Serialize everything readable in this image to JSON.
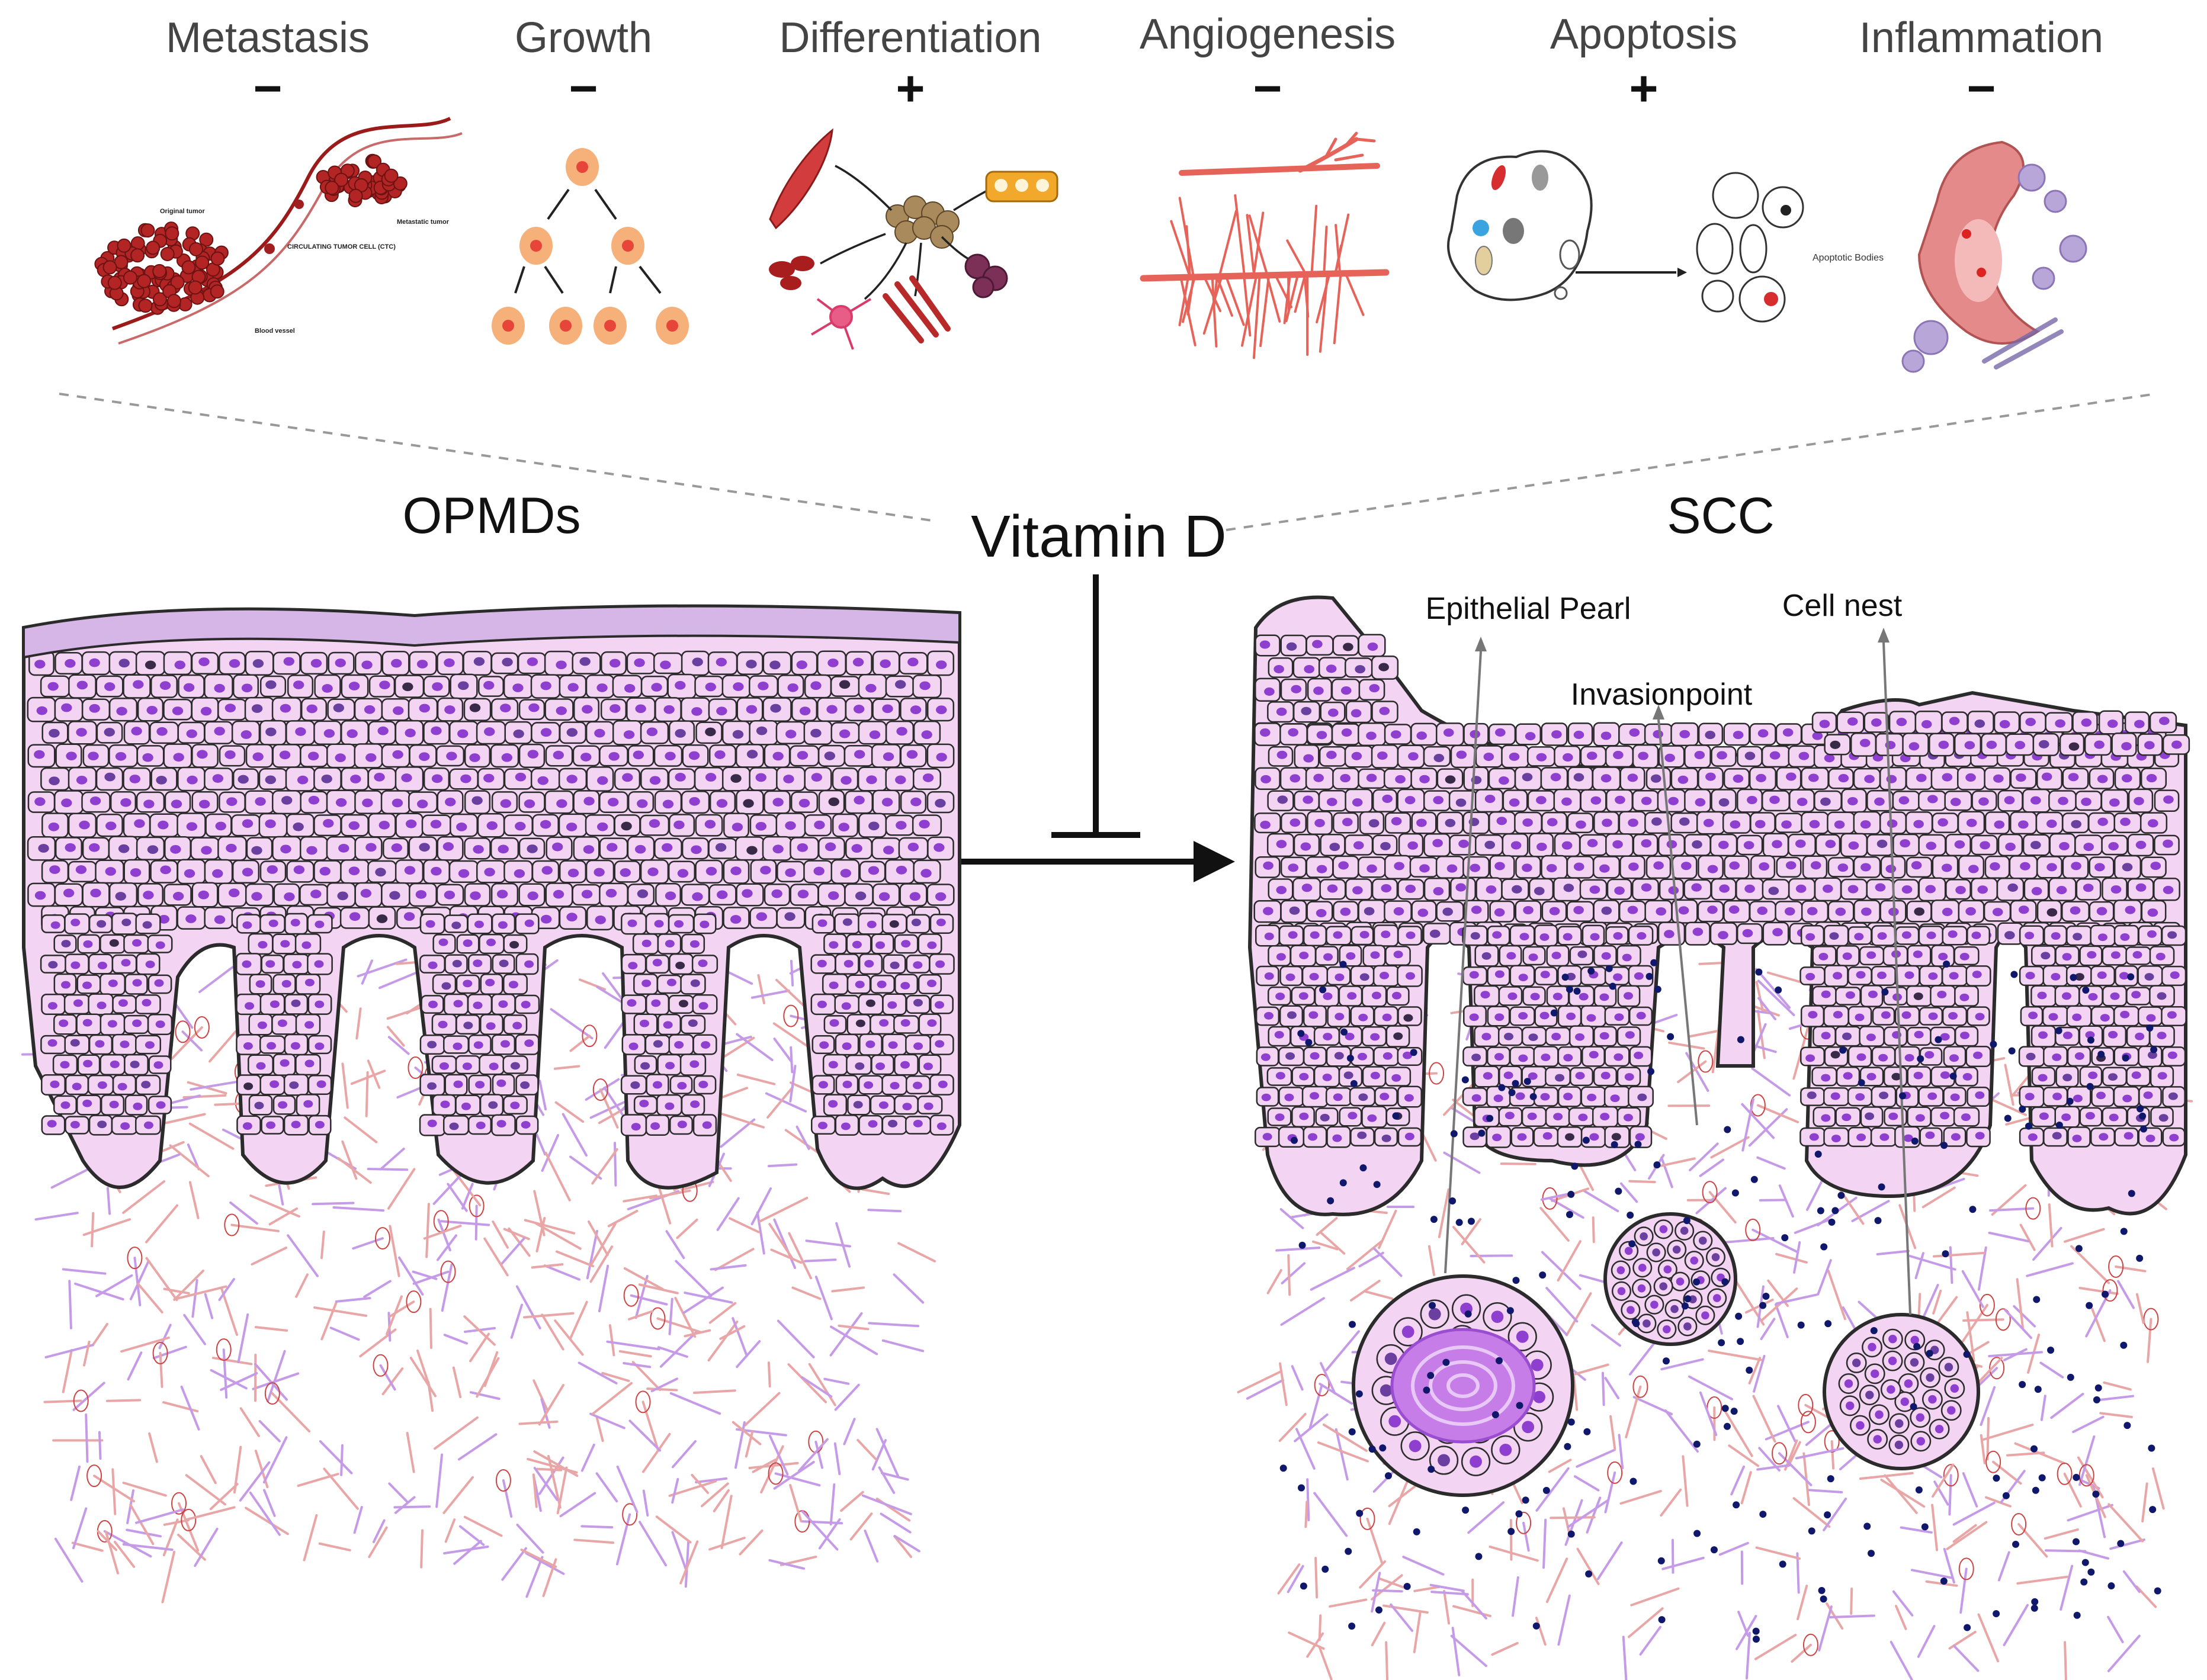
{
  "effects": [
    {
      "label": "Metastasis",
      "sign": "−"
    },
    {
      "label": "Growth",
      "sign": "−"
    },
    {
      "label": "Differentiation",
      "sign": "+"
    },
    {
      "label": "Angiogenesis",
      "sign": "−"
    },
    {
      "label": "Apoptosis",
      "sign": "+"
    },
    {
      "label": "Inflammation",
      "sign": "−"
    }
  ],
  "metastasis_labels": {
    "original": "Original tumor",
    "metastatic": "Metastatic tumor",
    "ctc": "CIRCULATING TUMOR CELL (CTC)",
    "vessel": "Blood vessel"
  },
  "apoptosis_label": "Apoptotic Bodies",
  "center_label": "Vitamin D",
  "left_panel_title": "OPMDs",
  "right_panel_title": "SCC",
  "scc_annotations": [
    "Epithelial Pearl",
    "Invasionpoint",
    "Cell nest"
  ],
  "colors": {
    "cell_fill": "#f3d4f3",
    "nucleus": "#8f3fd0",
    "nucleus_dark": "#6a3fa0",
    "outline": "#2b2b2b",
    "stroma_pink": "#e9a6a6",
    "stroma_purple": "#c59be8",
    "inflammatory_dot": "#10186b",
    "label_gray": "#444444"
  }
}
